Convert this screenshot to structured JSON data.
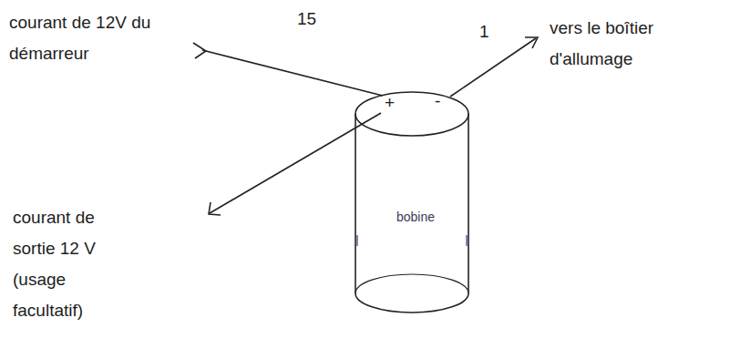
{
  "diagram": {
    "nodes": [
      {
        "text": [
          "bobine"
        ]
      }
    ],
    "labels": [
      "courant de 12V du démarreur",
      "15",
      "1",
      "vers le boîtier d'allumage",
      "+",
      "-",
      "courant de sortie 12 V (usage facultatif)"
    ]
  }
}
